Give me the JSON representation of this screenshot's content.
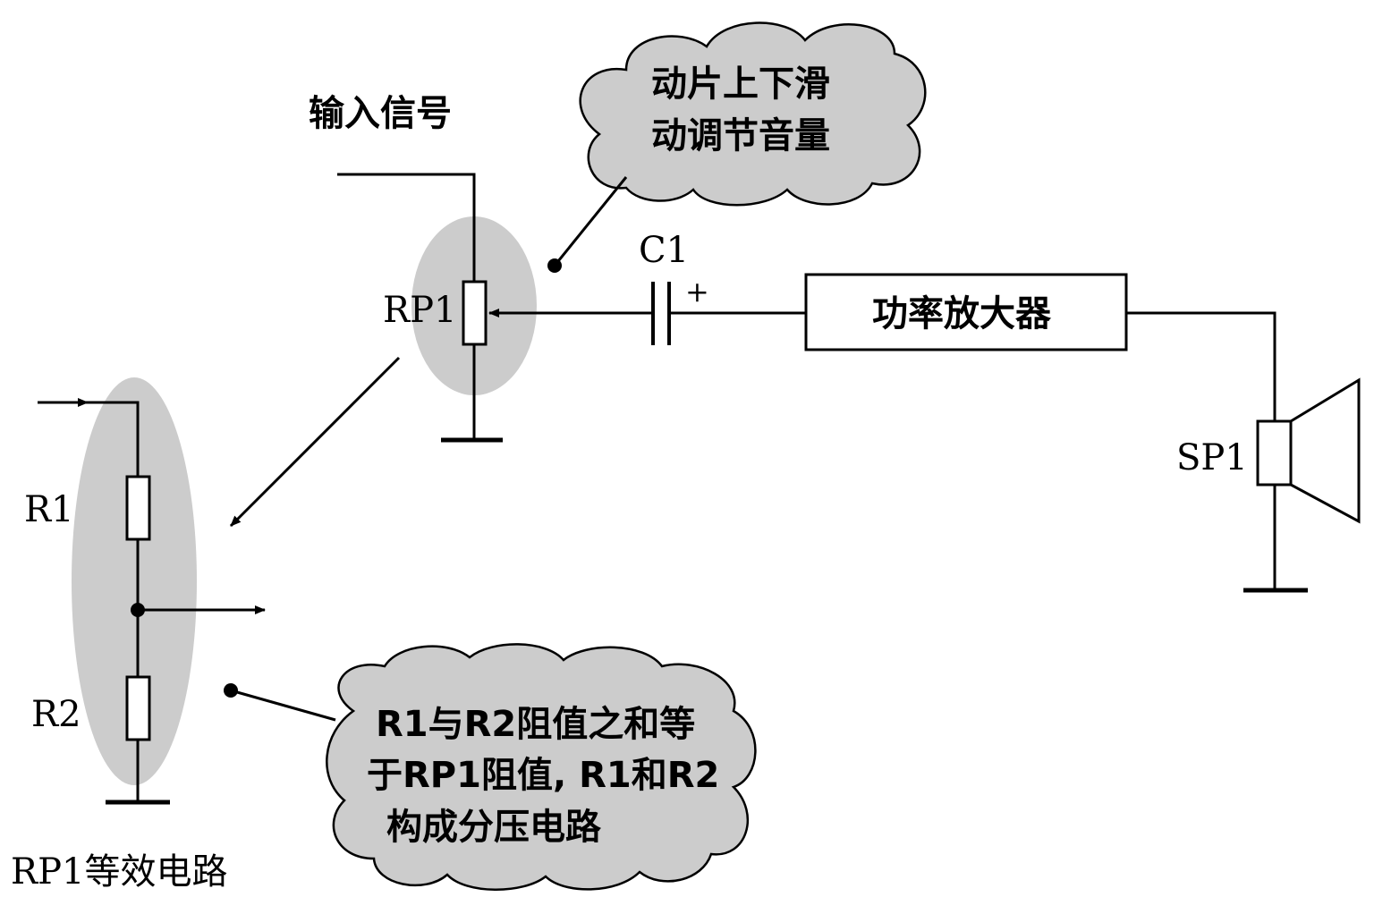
{
  "labels": {
    "input_signal": "输入信号",
    "rp1": "RP1",
    "c1": "C1",
    "c1_polarity": "+",
    "amplifier": "功率放大器",
    "sp1": "SP1",
    "r1": "R1",
    "r2": "R2",
    "equivalent_circuit": "RP1等效电路"
  },
  "callouts": {
    "wiper": {
      "line1": "动片上下滑",
      "line2": "动调节音量"
    },
    "divider": {
      "line1": "R1与R2阻值之和等",
      "line2": "于RP1阻值, R1和R2",
      "line3": "构成分压电路"
    }
  },
  "colors": {
    "highlight": "#cccccc",
    "line": "#000000"
  }
}
